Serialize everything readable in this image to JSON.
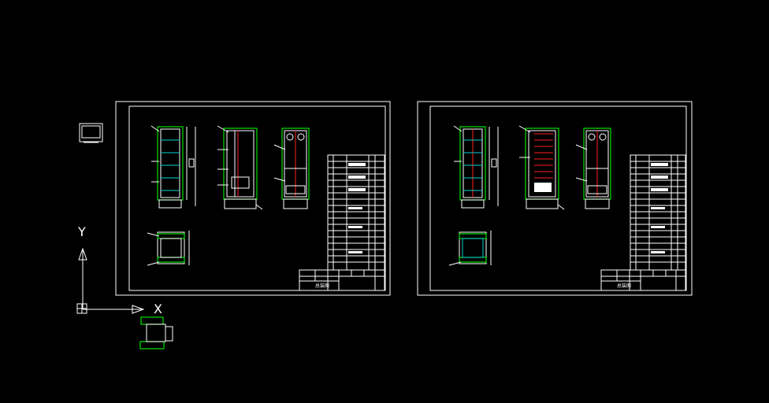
{
  "colors": {
    "background": "#000000",
    "line": "#ffffff",
    "frame_green": "#00e000",
    "cyan": "#00d0d0",
    "red": "#ff2020"
  },
  "ucs": {
    "x_label": "X",
    "y_label": "Y"
  },
  "sheets": [
    {
      "id": "left",
      "title_label": "总装图"
    },
    {
      "id": "right",
      "title_label": "总装图"
    }
  ],
  "icons": {
    "viewport": "monitor-icon",
    "ucs": "ucs-icon"
  }
}
